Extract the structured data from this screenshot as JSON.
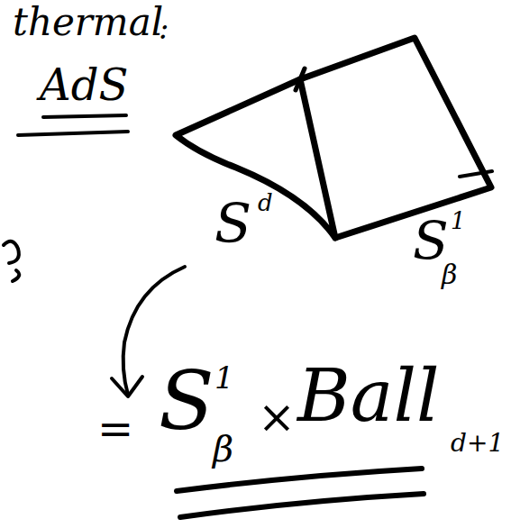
{
  "diagram": {
    "labels": [
      "thermal",
      "AdS",
      ":",
      "S",
      "d",
      "S",
      "1",
      "β",
      "=",
      "S",
      "1",
      "β",
      "×",
      "Ball",
      "d+1"
    ]
  }
}
